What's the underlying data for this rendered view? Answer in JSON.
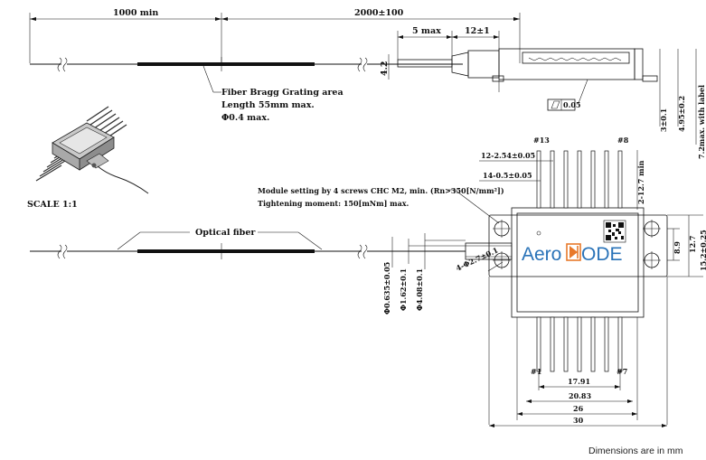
{
  "labels": {
    "dim_1000": "1000 min",
    "dim_2000": "2000±100",
    "dim_5max": "5 max",
    "dim_12": "12±1",
    "dim_42": "4.2",
    "fbg_line1": "Fiber Bragg Grating area",
    "fbg_line2": "Length 55mm max.",
    "fbg_line3": "Φ0.4 max.",
    "flatness": "0.05",
    "dim_3": "3±0.1",
    "dim_495": "4.95±0.2",
    "dim_72": "7.2max. with label",
    "scale": "SCALE 1:1",
    "pin13": "#13",
    "pin8": "#8",
    "pin1": "#1",
    "pin7": "#7",
    "dim_254": "12-2.54±0.05",
    "dim_05": "14-0.5±0.05",
    "dim_127a": "2-12.7 min",
    "module_note1": "Module setting by 4 screws CHC M2, min. (Rn>350[N/mm²])",
    "module_note2": "Tightening moment: 150[mNm] max.",
    "optical_fiber": "Optical fiber",
    "dim_27": "4-Φ2.7±0.1",
    "dim_0635": "Φ0.635±0.05",
    "dim_162": "Φ1.62±0.1",
    "dim_408": "Φ4.08±0.1",
    "dim_89": "8.9",
    "dim_127": "12.7",
    "dim_152": "15.2±0.25",
    "dim_1791": "17.91",
    "dim_2083": "20.83",
    "dim_26": "26",
    "dim_30": "30",
    "brand_a": "Aero",
    "brand_b": "ODE",
    "footer": "Dimensions are in mm"
  },
  "colors": {
    "brand_blue": "#2a73b8",
    "brand_orange": "#e8792b"
  }
}
